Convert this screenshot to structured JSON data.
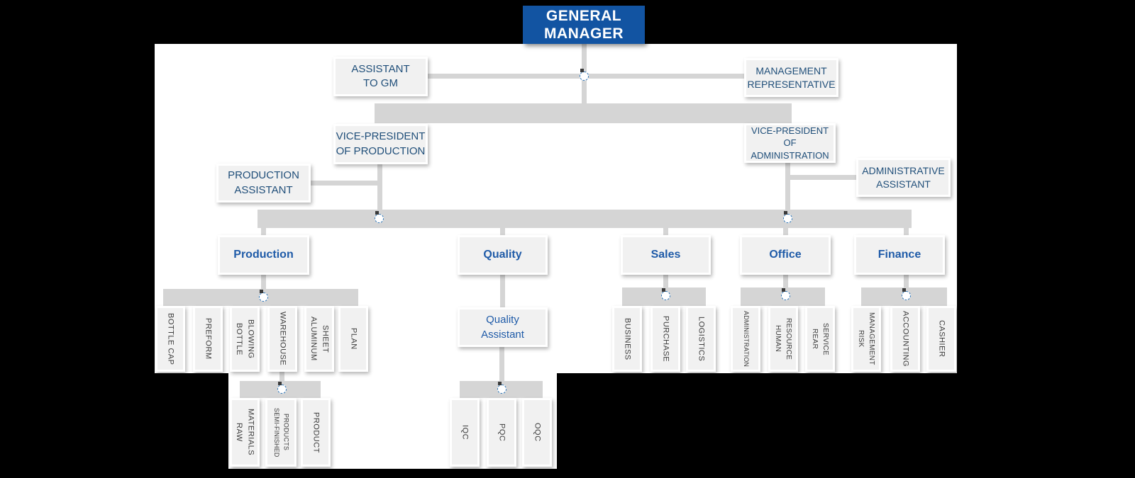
{
  "colors": {
    "accent_blue": "#1254A2",
    "text_blue": "#1F4E79",
    "dept_blue": "#1F5BA8",
    "unit_text": "#3D3D3D",
    "connector": "#D5D5D5",
    "box_fill": "#F1F1F1",
    "canvas_white": "#FFFFFF",
    "background_black": "#000000",
    "handle_blue": "#2E75B6"
  },
  "icons": {
    "junction_handle": "dashed-circle-anchor"
  },
  "nodes": {
    "general_manager": "GENERAL\nMANAGER",
    "assistant_to_gm": "ASSISTANT\nTO GM",
    "management_representative": "MANAGEMENT\nREPRESENTATIVE",
    "vp_production": "VICE-PRESIDENT\nOF PRODUCTION",
    "vp_administration": "VICE-PRESIDENT\nOF ADMINISTRATION",
    "production_assistant": "PRODUCTION\nASSISTANT",
    "administrative_assistant": "ADMINISTRATIVE\nASSISTANT"
  },
  "departments": {
    "production": {
      "label": "Production",
      "units": [
        "BOTTLE CAP",
        "PREFORM",
        "BOTTLE\nBLOWING",
        "WAREHOUSE",
        "ALUMINUM\nSHEET",
        "PLAN"
      ],
      "warehouse_units": [
        "RAW\nMATERIALS",
        "SEMI-FINISHED\nPRODUCTS",
        "PRODUCT"
      ]
    },
    "quality": {
      "label": "Quality",
      "assistant": "Quality\nAssistant",
      "units": [
        "IQC",
        "PQC",
        "OQC"
      ]
    },
    "sales": {
      "label": "Sales",
      "units": [
        "BUSINESS",
        "PURCHASE",
        "LOGISTICS"
      ]
    },
    "office": {
      "label": "Office",
      "units": [
        "ADMINISTRATION",
        "HUMAN\nRESOURCE",
        "REAR\nSERVICE"
      ]
    },
    "finance": {
      "label": "Finance",
      "units": [
        "RISK\nMANAGEMENT",
        "ACCOUNTING",
        "CASHIER"
      ]
    }
  }
}
